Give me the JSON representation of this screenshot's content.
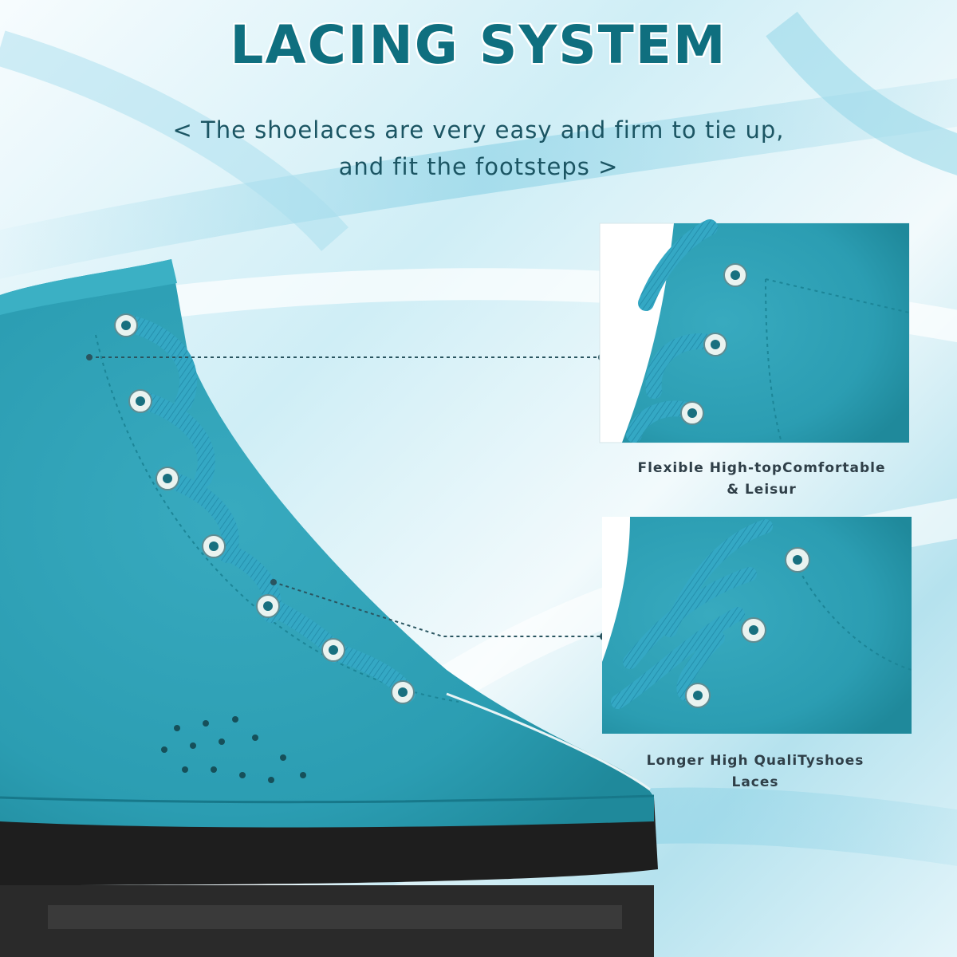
{
  "header": {
    "title": "LACING SYSTEM",
    "subtitle_line1": "< The shoelaces are very easy and firm to tie up,",
    "subtitle_line2": "and fit the footsteps >"
  },
  "callouts": [
    {
      "caption_line1": "Flexible High-topComfortable",
      "caption_line2": "& Leisur"
    },
    {
      "caption_line1": "Longer High QualiTyshoes",
      "caption_line2": "Laces"
    }
  ],
  "colors": {
    "title": "#0f6f7f",
    "subtitle": "#1b5563",
    "caption": "#2f3f48",
    "boot": "#2fa2b6",
    "boot_dark": "#1e8799",
    "lace": "#34a8c4",
    "eyelet": "#eaf3f0",
    "leader": "#2a5560",
    "sky_light": "#f4fbfd",
    "sky_mid": "#bfe7f2",
    "sky_deep": "#8fd3e6",
    "sole": "#1e1e1e"
  }
}
